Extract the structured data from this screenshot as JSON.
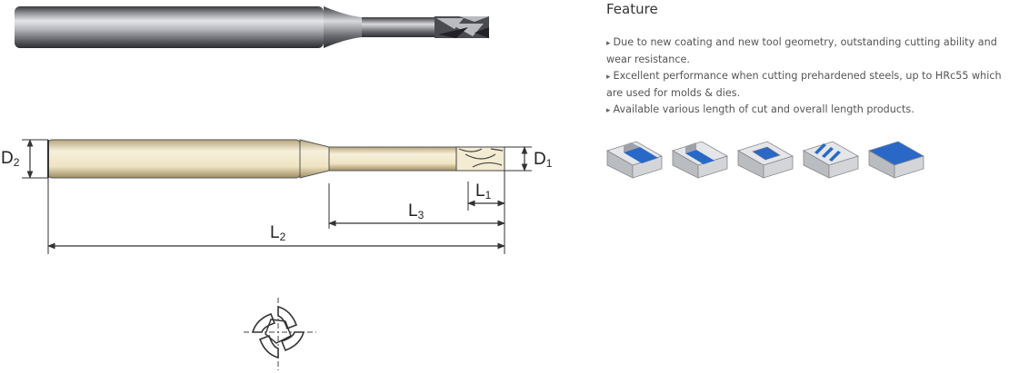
{
  "feature": {
    "title": "Feature",
    "items": [
      "Due to new coating and new tool geometry, outstanding cutting ability and wear resistance.",
      "Excellent performance when cutting prehardened steels, up to HRc55 which are used for molds & dies.",
      "Available various length of cut and overall length products."
    ]
  },
  "dimensions": {
    "d2": {
      "main": "D",
      "sub": "2"
    },
    "d1": {
      "main": "D",
      "sub": "1"
    },
    "l1": {
      "main": "L",
      "sub": "1"
    },
    "l3": {
      "main": "L",
      "sub": "3"
    },
    "l2": {
      "main": "L",
      "sub": "2"
    }
  },
  "icons": {
    "accent_color": "#2a68c7",
    "block_color": "#cfd2d6",
    "applications": [
      "shoulder-milling-icon",
      "slotting-icon",
      "pocket-milling-icon",
      "multi-slot-icon",
      "face-milling-icon"
    ]
  }
}
